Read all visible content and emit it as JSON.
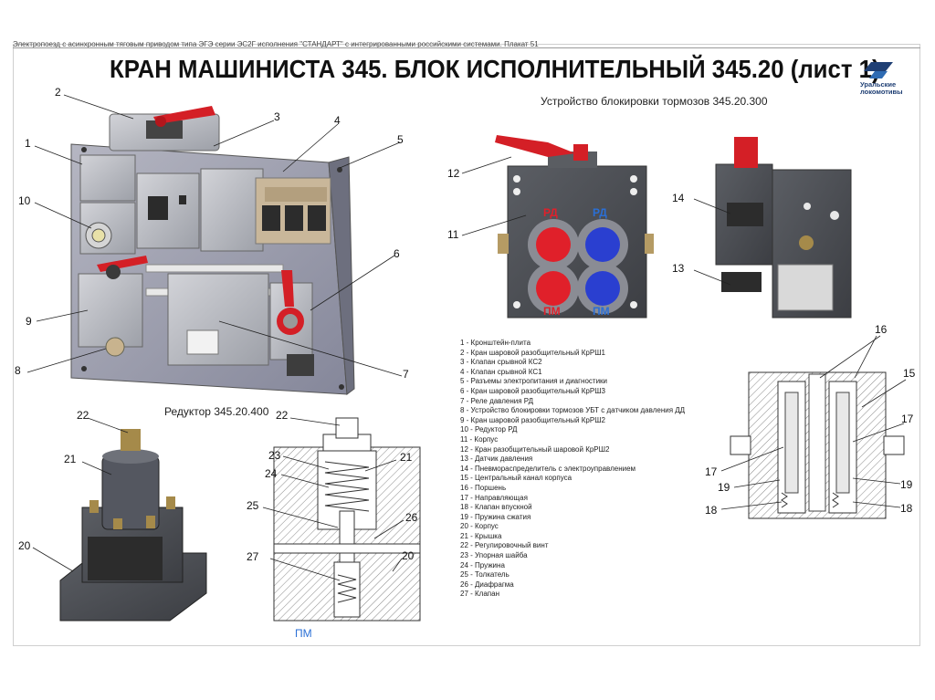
{
  "header": {
    "subtitle": "Электропоезд с асинхронным тяговым приводом типа ЭГЭ серии ЭС2Г исполнения \"СТАНДАРТ\" с интегрированными российскими системами. Плакат 51",
    "title": "КРАН МАШИНИСТА 345. БЛОК ИСПОЛНИТЕЛЬНЫЙ 345.20 (лист 1)",
    "logo_text": "Уральские локомотивы",
    "brand_color": "#1f3f74"
  },
  "sections": {
    "brake_lock_title": "Устройство блокировки тормозов 345.20.300",
    "reducer_title": "Редуктор 345.20.400"
  },
  "port_labels": {
    "rd_left": "РД",
    "rd_right": "РД",
    "pm_left": "ПМ",
    "pm_right": "ПМ",
    "pm_section": "ПМ"
  },
  "callouts": {
    "c1": "1",
    "c2": "2",
    "c3": "3",
    "c4": "4",
    "c5": "5",
    "c6": "6",
    "c7": "7",
    "c8": "8",
    "c9": "9",
    "c10": "10",
    "c11": "11",
    "c12": "12",
    "c13": "13",
    "c14": "14",
    "c15": "15",
    "c16": "16",
    "c17a": "17",
    "c17b": "17",
    "c18a": "18",
    "c18b": "18",
    "c19a": "19",
    "c19b": "19",
    "c20a": "20",
    "c20b": "20",
    "c21a": "21",
    "c21b": "21",
    "c22a": "22",
    "c22b": "22",
    "c23": "23",
    "c24": "24",
    "c25": "25",
    "c26": "26",
    "c27": "27"
  },
  "legend": [
    "1 - Кронштейн-плита",
    "2 - Кран шаровой разобщительный КрРШ1",
    "3 - Клапан срывной КС2",
    "4 - Клапан срывной КС1",
    "5 - Разъемы электропитания и диагностики",
    "6 - Кран шаровой разобщительный КрРШ3",
    "7 - Реле давления РД",
    "8 - Устройство блокировки тормозов УБТ с датчиком давления ДД",
    "9 - Кран шаровой разобщительный КрРШ2",
    "10 - Редуктор РД",
    "11 - Корпус",
    "12 - Кран разобщительный шаровой КрРШ2",
    "13 - Датчик давления",
    "14 - Пневмораспределитель с электроуправлением",
    "15 - Центральный канал корпуса",
    "16 - Поршень",
    "17 - Направляющая",
    "18 - Клапан впускной",
    "19 - Пружина сжатия",
    "20 - Корпус",
    "21 - Крышка",
    "22 - Регулировочный винт",
    "23 - Упорная шайба",
    "24 - Пружина",
    "25 - Толкатель",
    "26 - Диафрагма",
    "27 - Клапан"
  ],
  "colors": {
    "body_gray": "#6b6e73",
    "plate_gray": "#9c9ea8",
    "handle_red": "#d41f26",
    "port_blue": "#2a3fd0",
    "port_red": "#e0202a",
    "pm_blue": "#2a6fd6"
  }
}
